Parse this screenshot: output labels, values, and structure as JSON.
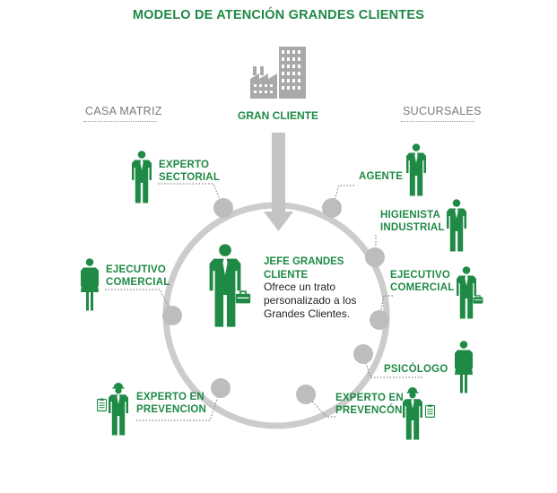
{
  "title": "MODELO DE ATENCIÓN GRANDES CLIENTES",
  "left_header": "CASA MATRIZ",
  "right_header": "SUCURSALES",
  "top_node": "GRAN CLIENTE",
  "center": {
    "title_lines": [
      "JEFE GRANDES",
      "CLIENTE"
    ],
    "desc_lines": [
      "Ofrece un trato",
      "personalizado a los",
      "Grandes Clientes."
    ]
  },
  "left_roles": [
    {
      "lines": [
        "EXPERTO",
        "SECTORIAL"
      ]
    },
    {
      "lines": [
        "EJECUTIVO",
        "COMERCIAL"
      ]
    },
    {
      "lines": [
        "EXPERTO EN",
        "PREVENCION"
      ]
    }
  ],
  "right_roles": [
    {
      "lines": [
        "AGENTE"
      ]
    },
    {
      "lines": [
        "HIGIENISTA",
        "INDUSTRIAL"
      ]
    },
    {
      "lines": [
        "EJECUTIVO",
        "COMERCIAL"
      ]
    },
    {
      "lines": [
        "PSICÓLOGO"
      ]
    },
    {
      "lines": [
        "EXPERTO EN",
        "PREVENCÓN"
      ]
    }
  ],
  "colors": {
    "green": "#1f8a45",
    "ring": "#cccccc",
    "node": "#bdbdbd",
    "arrow": "#c4c4c4",
    "building": "#a9a9a9"
  }
}
